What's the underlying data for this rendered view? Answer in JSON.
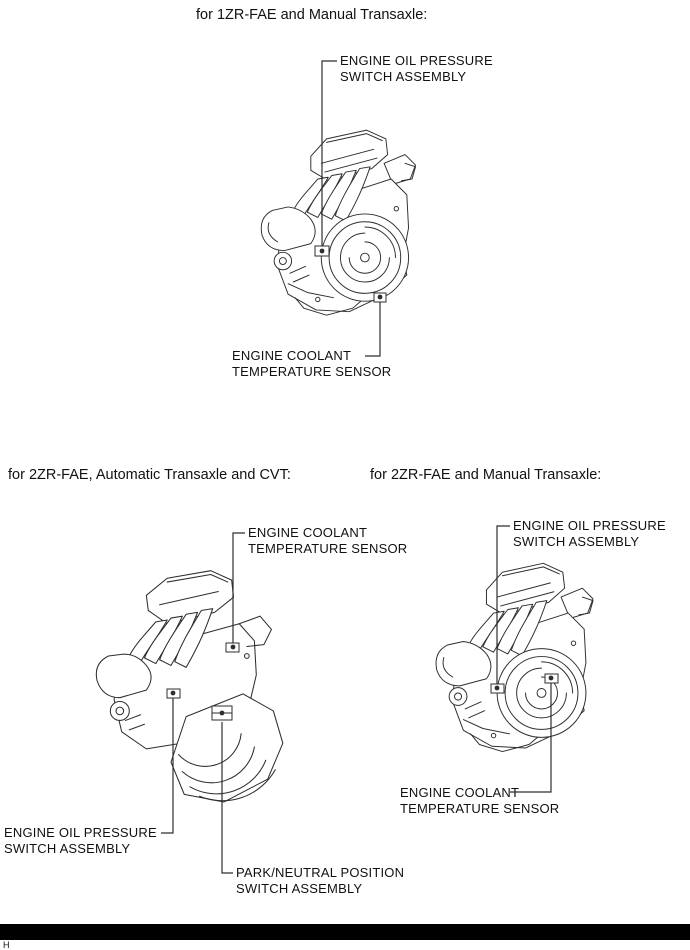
{
  "page": {
    "footer_letter": "H"
  },
  "diagrams": [
    {
      "title": "for 1ZR-FAE and Manual Transaxle:",
      "labels": {
        "oil_pressure": "ENGINE OIL PRESSURE\nSWITCH ASSEMBLY",
        "coolant": "ENGINE COOLANT\nTEMPERATURE SENSOR"
      }
    },
    {
      "title": "for 2ZR-FAE, Automatic Transaxle and CVT:",
      "labels": {
        "coolant": "ENGINE COOLANT\nTEMPERATURE SENSOR",
        "oil_pressure": "ENGINE OIL PRESSURE\nSWITCH ASSEMBLY",
        "park_neutral": "PARK/NEUTRAL POSITION\nSWITCH ASSEMBLY"
      }
    },
    {
      "title": "for 2ZR-FAE and Manual Transaxle:",
      "labels": {
        "oil_pressure": "ENGINE OIL PRESSURE\nSWITCH ASSEMBLY",
        "coolant": "ENGINE COOLANT\nTEMPERATURE SENSOR"
      }
    }
  ]
}
